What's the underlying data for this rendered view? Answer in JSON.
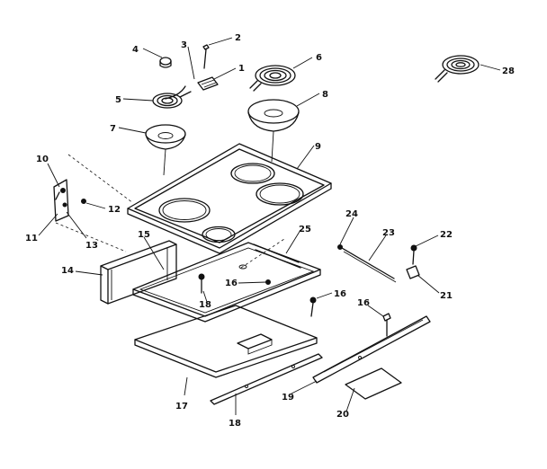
{
  "callouts": {
    "c1": "1",
    "c2": "2",
    "c3": "3",
    "c4": "4",
    "c5": "5",
    "c6": "6",
    "c7": "7",
    "c8": "8",
    "c9": "9",
    "c10": "10",
    "c11": "11",
    "c12": "12",
    "c13": "13",
    "c14": "14",
    "c15": "15",
    "c16a": "16",
    "c16b": "16",
    "c16c": "16",
    "c17": "17",
    "c18a": "18",
    "c18b": "18",
    "c19": "19",
    "c20": "20",
    "c21": "21",
    "c22": "22",
    "c23": "23",
    "c24": "24",
    "c25": "25",
    "c28": "28"
  }
}
